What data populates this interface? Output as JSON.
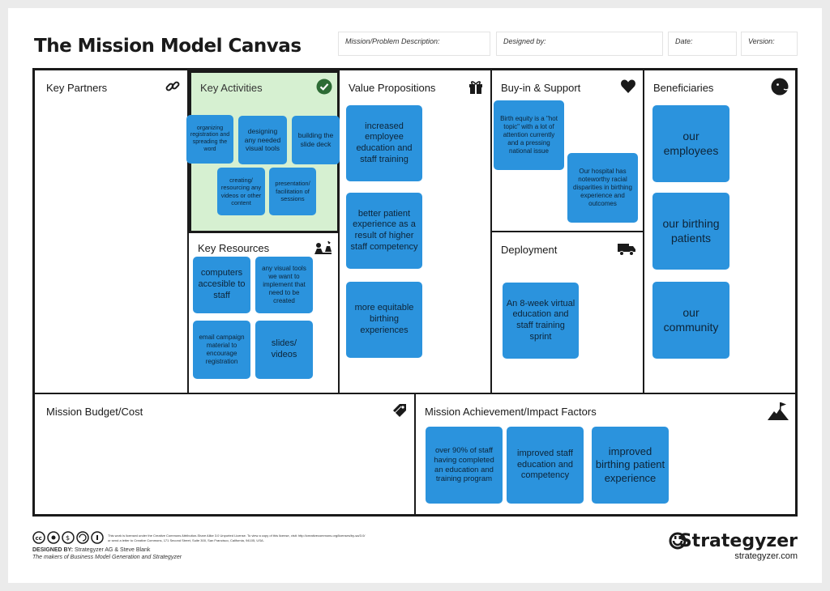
{
  "header": {
    "title": "The Mission Model Canvas",
    "fields": {
      "mission": "Mission/Problem Description:",
      "designed_by": "Designed by:",
      "date": "Date:",
      "version": "Version:"
    }
  },
  "blocks": {
    "key_partners": {
      "label": "Key Partners",
      "icon": "link-icon"
    },
    "key_activities": {
      "label": "Key Activities",
      "icon": "check-circle-icon",
      "highlight": "#d6f0d1",
      "notes": [
        "organizing registration and spreading the word",
        "designing any needed visual tools",
        "building the slide deck",
        "creating/ resourcing any videos or other content",
        "presentation/ facilitation of sessions"
      ]
    },
    "key_resources": {
      "label": "Key Resources",
      "icon": "resources-icon",
      "notes": [
        "computers accesible to staff",
        "any visual tools we want to implement that need to be created",
        "email campaign material to encourage registration",
        "slides/ videos"
      ]
    },
    "value_propositions": {
      "label": "Value Propositions",
      "icon": "gift-icon",
      "notes": [
        "increased employee education and staff training",
        "better patient experience as a result of higher staff competency",
        "more equitable birthing experiences"
      ]
    },
    "buy_in_support": {
      "label": "Buy-in & Support",
      "icon": "heart-icon",
      "notes": [
        "Birth equity is a \"hot topic\" with a lot of attention currently and a pressing national issue",
        "Our hospital has noteworthy racial disparities in birthing experience and outcomes"
      ]
    },
    "deployment": {
      "label": "Deployment",
      "icon": "truck-icon",
      "notes": [
        "An 8-week virtual education and staff training sprint"
      ]
    },
    "beneficiaries": {
      "label": "Beneficiaries",
      "icon": "face-icon",
      "notes": [
        "our employees",
        "our birthing patients",
        "our community"
      ]
    },
    "mission_budget": {
      "label": "Mission Budget/Cost",
      "icon": "tag-icon"
    },
    "mission_achievement": {
      "label": "Mission Achievement/Impact Factors",
      "icon": "mountain-flag-icon",
      "notes": [
        "over 90% of staff having completed an education and training program",
        "improved staff education and competency",
        "improved birthing patient experience"
      ]
    }
  },
  "footer": {
    "license": "This work is licensed under the Creative Commons Attribution-Share Alike 3.0 Unported License. To view a copy of this license, visit: http://creativecommons.org/licenses/by-sa/3.0/ or send a letter to Creative Commons, 171 Second Street, Suite 300, San Francisco, California, 94105, USA.",
    "designed_by_label": "DESIGNED BY:",
    "designed_by_value": "Strategyzer AG & Steve Blank",
    "tagline": "The makers of Business Model Generation and Strategyzer",
    "brand": "Strategyzer",
    "brand_url": "strategyzer.com"
  },
  "colors": {
    "note": "#2b93dd",
    "highlight": "#d6f0d1",
    "border": "#1a1a1a"
  }
}
